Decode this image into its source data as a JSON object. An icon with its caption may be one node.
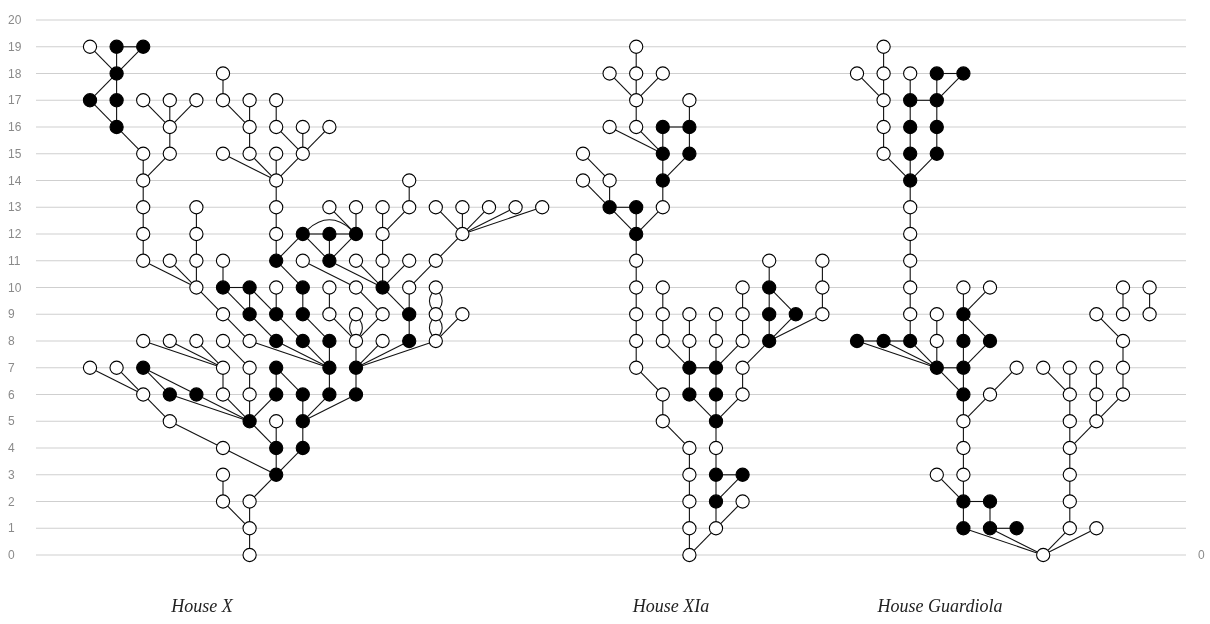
{
  "diagram": {
    "nodes": [
      {
        "text": [],
        "shape": "circle"
      },
      {
        "text": [],
        "shape": "circle"
      },
      {
        "text": [],
        "shape": "circle"
      },
      {
        "text": [],
        "shape": "circle"
      },
      {
        "text": [],
        "shape": "circle"
      },
      {
        "text": [],
        "shape": "circle"
      },
      {
        "text": [],
        "shape": "circle"
      },
      {
        "text": [],
        "shape": "circle"
      },
      {
        "text": [],
        "shape": "circle"
      },
      {
        "text": [],
        "shape": "circle"
      },
      {
        "text": [],
        "shape": "circle"
      },
      {
        "text": [],
        "shape": "circle"
      },
      {
        "text": [],
        "shape": "circle"
      },
      {
        "text": [],
        "shape": "circle"
      },
      {
        "text": [],
        "shape": "circle"
      },
      {
        "text": [],
        "shape": "circle"
      },
      {
        "text": [],
        "shape": "circle"
      },
      {
        "text": [],
        "shape": "circle"
      },
      {
        "text": [],
        "shape": "circle"
      },
      {
        "text": [],
        "shape": "circle"
      },
      {
        "text": [],
        "shape": "circle"
      },
      {
        "text": [],
        "shape": "circle"
      },
      {
        "text": [],
        "shape": "circle"
      },
      {
        "text": [],
        "shape": "circle"
      },
      {
        "text": [],
        "shape": "circle"
      },
      {
        "text": [],
        "shape": "circle"
      },
      {
        "text": [],
        "shape": "circle"
      },
      {
        "text": [],
        "shape": "circle"
      },
      {
        "text": [],
        "shape": "circle"
      },
      {
        "text": [],
        "shape": "circle"
      },
      {
        "text": [],
        "shape": "circle"
      },
      {
        "text": [],
        "shape": "circle"
      },
      {
        "text": [],
        "shape": "circle"
      },
      {
        "text": [],
        "shape": "circle"
      },
      {
        "text": [],
        "shape": "circle"
      },
      {
        "text": [],
        "shape": "circle"
      },
      {
        "text": [],
        "shape": "circle"
      },
      {
        "text": [],
        "shape": "circle"
      },
      {
        "text": [],
        "shape": "circle"
      },
      {
        "text": [],
        "shape": "circle"
      },
      {
        "text": [],
        "shape": "circle"
      },
      {
        "text": [],
        "shape": "circle"
      },
      {
        "text": [],
        "shape": "circle"
      },
      {
        "text": [],
        "shape": "circle"
      },
      {
        "text": [],
        "shape": "circle"
      },
      {
        "text": [],
        "shape": "circle"
      },
      {
        "text": [],
        "shape": "circle"
      },
      {
        "text": [],
        "shape": "circle"
      },
      {
        "text": [],
        "shape": "circle"
      },
      {
        "text": [],
        "shape": "circle"
      },
      {
        "text": [],
        "shape": "circle"
      },
      {
        "text": [],
        "shape": "circle"
      },
      {
        "text": [],
        "shape": "circle"
      },
      {
        "text": [],
        "shape": "circle"
      },
      {
        "text": [],
        "shape": "circle"
      },
      {
        "text": [],
        "shape": "circle"
      },
      {
        "text": [],
        "shape": "circle"
      },
      {
        "text": [],
        "shape": "circle"
      },
      {
        "text": [],
        "shape": "circle"
      },
      {
        "text": [],
        "shape": "circle"
      },
      {
        "text": [],
        "shape": "circle"
      },
      {
        "text": [],
        "shape": "circle"
      },
      {
        "text": [],
        "shape": "circle"
      },
      {
        "text": [],
        "shape": "circle"
      },
      {
        "text": [],
        "shape": "circle"
      },
      {
        "text": [],
        "shape": "circle"
      },
      {
        "text": [],
        "shape": "circle"
      },
      {
        "text": [],
        "shape": "circle"
      },
      {
        "text": [],
        "shape": "circle"
      },
      {
        "text": [],
        "shape": "circle"
      },
      {
        "text": [],
        "shape": "circle"
      },
      {
        "text": [],
        "shape": "circle"
      },
      {
        "text": [],
        "shape": "circle"
      },
      {
        "text": [],
        "shape": "circle"
      },
      {
        "text": [],
        "shape": "circle"
      },
      {
        "text": [],
        "shape": "circle"
      },
      {
        "text": [],
        "shape": "circle"
      },
      {
        "text": [],
        "shape": "circle"
      },
      {
        "text": [],
        "shape": "circle"
      },
      {
        "text": [],
        "shape": "circle"
      },
      {
        "text": [],
        "shape": "circle"
      },
      {
        "text": [],
        "shape": "circle"
      },
      {
        "text": [],
        "shape": "circle"
      },
      {
        "text": [],
        "shape": "circle"
      },
      {
        "text": [],
        "shape": "circle"
      },
      {
        "text": [],
        "shape": "circle"
      },
      {
        "text": [],
        "shape": "circle"
      },
      {
        "text": [],
        "shape": "circle"
      },
      {
        "text": [],
        "shape": "circle"
      },
      {
        "text": [],
        "shape": "circle"
      },
      {
        "text": [],
        "shape": "circle"
      },
      {
        "text": [],
        "shape": "circle"
      },
      {
        "text": [],
        "shape": "circle"
      },
      {
        "text": [],
        "shape": "circle"
      },
      {
        "text": [],
        "shape": "circle"
      },
      {
        "text": [],
        "shape": "circle"
      },
      {
        "text": [],
        "shape": "circle"
      },
      {
        "text": [],
        "shape": "circle"
      },
      {
        "text": [],
        "shape": "circle"
      },
      {
        "text": [],
        "shape": "circle"
      },
      {
        "text": [],
        "shape": "circle"
      },
      {
        "text": [],
        "shape": "circle"
      },
      {
        "text": [],
        "shape": "circle"
      },
      {
        "text": [],
        "shape": "circle"
      },
      {
        "text": [],
        "shape": "circle"
      },
      {
        "text": [],
        "shape": "circle"
      },
      {
        "text": [],
        "shape": "circle"
      },
      {
        "text": [],
        "shape": "circle"
      },
      {
        "text": [],
        "shape": "circle"
      },
      {
        "text": [],
        "shape": "circle"
      },
      {
        "text": [],
        "shape": "circle"
      },
      {
        "text": [],
        "shape": "circle"
      },
      {
        "text": [],
        "shape": "circle"
      },
      {
        "text": [],
        "shape": "circle"
      },
      {
        "text": [],
        "shape": "circle"
      },
      {
        "text": [],
        "shape": "circle"
      },
      {
        "text": [],
        "shape": "circle"
      },
      {
        "text": [],
        "shape": "circle"
      },
      {
        "text": [],
        "shape": "circle"
      },
      {
        "text": [],
        "shape": "circle"
      },
      {
        "text": [],
        "shape": "circle"
      },
      {
        "text": [],
        "shape": "circle"
      },
      {
        "text": [],
        "shape": "circle"
      },
      {
        "text": [],
        "shape": "circle"
      },
      {
        "text": [],
        "shape": "circle"
      },
      {
        "text": [],
        "shape": "circle"
      },
      {
        "text": [],
        "shape": "circle"
      },
      {
        "text": [],
        "shape": "circle"
      },
      {
        "text": [],
        "shape": "circle"
      },
      {
        "text": [],
        "shape": "circle"
      },
      {
        "text": [],
        "shape": "circle"
      },
      {
        "text": [],
        "shape": "circle"
      },
      {
        "text": [],
        "shape": "circle"
      },
      {
        "text": [],
        "shape": "circle"
      },
      {
        "text": [],
        "shape": "circle"
      },
      {
        "text": [],
        "shape": "circle"
      },
      {
        "text": [],
        "shape": "circle"
      },
      {
        "text": [],
        "shape": "circle"
      },
      {
        "text": [],
        "shape": "circle"
      },
      {
        "text": [],
        "shape": "circle"
      },
      {
        "text": [],
        "shape": "circle"
      },
      {
        "text": [],
        "shape": "circle"
      },
      {
        "text": [],
        "shape": "circle"
      },
      {
        "text": [],
        "shape": "circle"
      },
      {
        "text": [],
        "shape": "circle"
      },
      {
        "text": [],
        "shape": "circle"
      },
      {
        "text": [],
        "shape": "circle"
      },
      {
        "text": [],
        "shape": "circle"
      },
      {
        "text": [],
        "shape": "circle"
      },
      {
        "text": [],
        "shape": "circle"
      },
      {
        "text": [],
        "shape": "circle"
      },
      {
        "text": [],
        "shape": "circle"
      },
      {
        "text": [],
        "shape": "circle"
      },
      {
        "text": [],
        "shape": "circle"
      },
      {
        "text": [],
        "shape": "circle"
      },
      {
        "text": [],
        "shape": "circle"
      },
      {
        "text": [],
        "shape": "circle"
      },
      {
        "text": [],
        "shape": "circle"
      },
      {
        "text": [],
        "shape": "circle"
      },
      {
        "text": [],
        "shape": "circle"
      },
      {
        "text": [],
        "shape": "circle"
      },
      {
        "text": [],
        "shape": "circle"
      },
      {
        "text": [],
        "shape": "circle"
      },
      {
        "text": [],
        "shape": "circle"
      },
      {
        "text": [],
        "shape": "circle"
      },
      {
        "text": [],
        "shape": "circle"
      },
      {
        "text": [],
        "shape": "circle"
      },
      {
        "text": [],
        "shape": "circle"
      },
      {
        "text": [],
        "shape": "circle"
      },
      {
        "text": [],
        "shape": "circle"
      },
      {
        "text": [],
        "shape": "circle"
      },
      {
        "text": [],
        "shape": "circle"
      },
      {
        "text": [],
        "shape": "circle"
      },
      {
        "text": [],
        "shape": "circle"
      },
      {
        "text": [],
        "shape": "circle"
      },
      {
        "text": [],
        "shape": "circle"
      },
      {
        "text": [],
        "shape": "circle"
      },
      {
        "text": [],
        "shape": "circle"
      },
      {
        "text": [],
        "shape": "circle"
      },
      {
        "text": [],
        "shape": "circle"
      },
      {
        "text": [],
        "shape": "circle"
      },
      {
        "text": [],
        "shape": "circle"
      },
      {
        "text": [],
        "shape": "circle"
      },
      {
        "text": [],
        "shape": "circle"
      },
      {
        "text": [],
        "shape": "circle"
      },
      {
        "text": [],
        "shape": "circle"
      },
      {
        "text": [],
        "shape": "circle"
      },
      {
        "text": [],
        "shape": "circle"
      },
      {
        "text": [],
        "shape": "circle"
      },
      {
        "text": [],
        "shape": "circle"
      },
      {
        "text": [],
        "shape": "circle"
      },
      {
        "text": [],
        "shape": "circle"
      },
      {
        "text": [],
        "shape": "circle"
      },
      {
        "text": [],
        "shape": "circle"
      },
      {
        "text": [],
        "shape": "circle"
      },
      {
        "text": [],
        "shape": "circle"
      },
      {
        "text": [],
        "shape": "circle"
      },
      {
        "text": [],
        "shape": "circle"
      },
      {
        "text": [],
        "shape": "circle"
      },
      {
        "text": [],
        "shape": "circle"
      },
      {
        "text": [],
        "shape": "circle"
      },
      {
        "text": [],
        "shape": "circle"
      },
      {
        "text": [],
        "shape": "circle"
      },
      {
        "text": [],
        "shape": "circle"
      },
      {
        "text": [],
        "shape": "circle"
      },
      {
        "text": [],
        "shape": "circle"
      },
      {
        "text": [],
        "shape": "circle"
      },
      {
        "text": [],
        "shape": "circle"
      },
      {
        "text": [],
        "shape": "circle"
      },
      {
        "text": [],
        "shape": "circle"
      },
      {
        "text": [],
        "shape": "circle"
      },
      {
        "text": [],
        "shape": "circle"
      },
      {
        "text": [],
        "shape": "circle"
      },
      {
        "text": [],
        "shape": "circle"
      },
      {
        "text": [],
        "shape": "circle"
      },
      {
        "text": [],
        "shape": "circle"
      },
      {
        "text": [],
        "shape": "circle"
      },
      {
        "text": [],
        "shape": "circle"
      },
      {
        "text": [],
        "shape": "circle"
      },
      {
        "text": [],
        "shape": "circle"
      },
      {
        "text": [],
        "shape": "circle"
      },
      {
        "text": [],
        "shape": "circle"
      },
      {
        "text": [],
        "shape": "circle"
      },
      {
        "text": [],
        "shape": "circle"
      },
      {
        "text": [],
        "shape": "circle"
      },
      {
        "text": [],
        "shape": "circle"
      },
      {
        "text": [],
        "shape": "circle"
      },
      {
        "text": [],
        "shape": "circle"
      },
      {
        "text": [],
        "shape": "circle"
      },
      {
        "text": [],
        "shape": "circle"
      },
      {
        "text": [],
        "shape": "circle"
      },
      {
        "text": [],
        "shape": "circle"
      },
      {
        "text": [],
        "shape": "circle"
      },
      {
        "text": [],
        "shape": "circle"
      },
      {
        "text": [],
        "shape": "circle"
      },
      {
        "text": [],
        "shape": "circle"
      },
      {
        "text": [],
        "shape": "circle"
      },
      {
        "text": [],
        "shape": "circle"
      },
      {
        "text": [],
        "shape": "circle"
      },
      {
        "text": [],
        "shape": "circle"
      },
      {
        "text": [],
        "shape": "circle"
      },
      {
        "text": [],
        "shape": "circle"
      },
      {
        "text": [],
        "shape": "circle"
      },
      {
        "text": [],
        "shape": "circle"
      },
      {
        "text": [],
        "shape": "circle"
      },
      {
        "text": [],
        "shape": "circle"
      },
      {
        "text": [],
        "shape": "circle"
      },
      {
        "text": [],
        "shape": "circle"
      },
      {
        "text": [],
        "shape": "circle"
      },
      {
        "text": [],
        "shape": "circle"
      }
    ],
    "edges": [
      {
        "from": 0,
        "to": 3,
        "arrow": "none"
      },
      {
        "from": 1,
        "to": 2,
        "arrow": "none"
      },
      {
        "from": 1,
        "to": 3,
        "arrow": "none"
      },
      {
        "from": 2,
        "to": 3,
        "arrow": "none"
      },
      {
        "from": 3,
        "to": 5,
        "arrow": "none"
      },
      {
        "from": 3,
        "to": 6,
        "arrow": "none"
      },
      {
        "from": 5,
        "to": 13,
        "arrow": "none"
      },
      {
        "from": 6,
        "to": 13,
        "arrow": "none"
      },
      {
        "from": 13,
        "to": 19,
        "arrow": "none"
      },
      {
        "from": 7,
        "to": 14,
        "arrow": "none"
      },
      {
        "from": 8,
        "to": 14,
        "arrow": "none"
      },
      {
        "from": 9,
        "to": 14,
        "arrow": "none"
      },
      {
        "from": 14,
        "to": 20,
        "arrow": "none"
      },
      {
        "from": 20,
        "to": 25,
        "arrow": "none"
      },
      {
        "from": 19,
        "to": 25,
        "arrow": "none"
      },
      {
        "from": 25,
        "to": 28,
        "arrow": "none"
      },
      {
        "from": 28,
        "to": 40,
        "arrow": "none"
      },
      {
        "from": 40,
        "to": 48,
        "arrow": "none"
      },
      {
        "from": 29,
        "to": 41,
        "arrow": "none"
      },
      {
        "from": 41,
        "to": 50,
        "arrow": "none"
      },
      {
        "from": 4,
        "to": 10,
        "arrow": "none"
      },
      {
        "from": 10,
        "to": 15,
        "arrow": "none"
      },
      {
        "from": 11,
        "to": 15,
        "arrow": "none"
      },
      {
        "from": 12,
        "to": 16,
        "arrow": "none"
      },
      {
        "from": 16,
        "to": 24,
        "arrow": "none"
      },
      {
        "from": 17,
        "to": 24,
        "arrow": "none"
      },
      {
        "from": 18,
        "to": 24,
        "arrow": "none"
      },
      {
        "from": 15,
        "to": 22,
        "arrow": "none"
      },
      {
        "from": 21,
        "to": 26,
        "arrow": "none"
      },
      {
        "from": 22,
        "to": 26,
        "arrow": "none"
      },
      {
        "from": 23,
        "to": 26,
        "arrow": "none"
      },
      {
        "from": 24,
        "to": 26,
        "arrow": "none"
      },
      {
        "from": 26,
        "to": 30,
        "arrow": "none"
      },
      {
        "from": 30,
        "to": 42,
        "arrow": "none"
      },
      {
        "from": 42,
        "to": 52,
        "arrow": "none"
      },
      {
        "from": 52,
        "to": 43,
        "arrow": "none"
      },
      {
        "from": 43,
        "to": 44,
        "arrow": "none"
      },
      {
        "from": 44,
        "to": 45,
        "arrow": "none"
      },
      {
        "from": 43,
        "to": 45,
        "arrow": "none"
      },
      {
        "from": 27,
        "to": 34,
        "arrow": "none"
      },
      {
        "from": 31,
        "to": 45,
        "arrow": "none"
      },
      {
        "from": 32,
        "to": 45,
        "arrow": "none"
      },
      {
        "from": 33,
        "to": 46,
        "arrow": "none"
      },
      {
        "from": 34,
        "to": 46,
        "arrow": "none"
      },
      {
        "from": 35,
        "to": 47,
        "arrow": "none"
      },
      {
        "from": 36,
        "to": 47,
        "arrow": "none"
      },
      {
        "from": 37,
        "to": 47,
        "arrow": "none"
      },
      {
        "from": 38,
        "to": 47,
        "arrow": "none"
      },
      {
        "from": 39,
        "to": 47,
        "arrow": "none"
      },
      {
        "from": 43,
        "to": 54,
        "arrow": "none"
      },
      {
        "from": 44,
        "to": 54,
        "arrow": "none"
      },
      {
        "from": 45,
        "to": 54,
        "arrow": "none"
      },
      {
        "from": 46,
        "to": 56,
        "arrow": "none"
      },
      {
        "from": 47,
        "to": 58,
        "arrow": "none"
      },
      {
        "from": 52,
        "to": 63,
        "arrow": "none"
      },
      {
        "from": 53,
        "to": 65,
        "arrow": "none"
      },
      {
        "from": 54,
        "to": 66,
        "arrow": "none"
      },
      {
        "from": 55,
        "to": 66,
        "arrow": "none"
      },
      {
        "from": 56,
        "to": 66,
        "arrow": "none"
      },
      {
        "from": 57,
        "to": 66,
        "arrow": "none"
      },
      {
        "from": 58,
        "to": 67,
        "arrow": "none"
      },
      {
        "from": 48,
        "to": 59,
        "arrow": "none"
      },
      {
        "from": 49,
        "to": 59,
        "arrow": "none"
      },
      {
        "from": 50,
        "to": 59,
        "arrow": "none"
      },
      {
        "from": 51,
        "to": 60,
        "arrow": "none"
      },
      {
        "from": 59,
        "to": 69,
        "arrow": "none"
      },
      {
        "from": 60,
        "to": 61,
        "arrow": "none"
      },
      {
        "from": 60,
        "to": 70,
        "arrow": "none"
      },
      {
        "from": 61,
        "to": 70,
        "arrow": "none"
      },
      {
        "from": 61,
        "to": 71,
        "arrow": "none"
      },
      {
        "from": 62,
        "to": 71,
        "arrow": "none"
      },
      {
        "from": 63,
        "to": 72,
        "arrow": "none"
      },
      {
        "from": 64,
        "to": 73,
        "arrow": "none"
      },
      {
        "from": 65,
        "to": 75,
        "arrow": "none"
      },
      {
        "from": 66,
        "to": 76,
        "arrow": "none"
      },
      {
        "from": 67,
        "to": 76,
        "arrow": "none"
      },
      {
        "from": 69,
        "to": 83,
        "arrow": "none"
      },
      {
        "from": 70,
        "to": 84,
        "arrow": "none"
      },
      {
        "from": 71,
        "to": 85,
        "arrow": "none"
      },
      {
        "from": 72,
        "to": 86,
        "arrow": "none"
      },
      {
        "from": 73,
        "to": 87,
        "arrow": "none"
      },
      {
        "from": 74,
        "to": 87,
        "arrow": "none"
      },
      {
        "from": 74,
        "to": 87,
        "arrow": "none"
      },
      {
        "from": 75,
        "to": 87,
        "arrow": "none"
      },
      {
        "from": 76,
        "to": 89,
        "arrow": "none"
      },
      {
        "from": 68,
        "to": 77,
        "arrow": "none"
      },
      {
        "from": 68,
        "to": 77,
        "arrow": "none"
      },
      {
        "from": 77,
        "to": 90,
        "arrow": "none"
      },
      {
        "from": 77,
        "to": 90,
        "arrow": "none"
      },
      {
        "from": 78,
        "to": 90,
        "arrow": "none"
      },
      {
        "from": 79,
        "to": 94,
        "arrow": "none"
      },
      {
        "from": 80,
        "to": 94,
        "arrow": "none"
      },
      {
        "from": 81,
        "to": 94,
        "arrow": "none"
      },
      {
        "from": 82,
        "to": 95,
        "arrow": "none"
      },
      {
        "from": 83,
        "to": 97,
        "arrow": "none"
      },
      {
        "from": 84,
        "to": 97,
        "arrow": "none"
      },
      {
        "from": 85,
        "to": 97,
        "arrow": "none"
      },
      {
        "from": 86,
        "to": 97,
        "arrow": "none"
      },
      {
        "from": 87,
        "to": 98,
        "arrow": "none"
      },
      {
        "from": 88,
        "to": 98,
        "arrow": "none"
      },
      {
        "from": 89,
        "to": 98,
        "arrow": "none"
      },
      {
        "from": 90,
        "to": 98,
        "arrow": "none"
      },
      {
        "from": 91,
        "to": 99,
        "arrow": "none"
      },
      {
        "from": 92,
        "to": 99,
        "arrow": "none"
      },
      {
        "from": 93,
        "to": 100,
        "arrow": "none"
      },
      {
        "from": 93,
        "to": 101,
        "arrow": "none"
      },
      {
        "from": 94,
        "to": 102,
        "arrow": "none"
      },
      {
        "from": 95,
        "to": 103,
        "arrow": "none"
      },
      {
        "from": 96,
        "to": 104,
        "arrow": "none"
      },
      {
        "from": 96,
        "to": 105,
        "arrow": "none"
      },
      {
        "from": 97,
        "to": 106,
        "arrow": "none"
      },
      {
        "from": 98,
        "to": 107,
        "arrow": "none"
      },
      {
        "from": 99,
        "to": 108,
        "arrow": "none"
      },
      {
        "from": 100,
        "to": 109,
        "arrow": "none"
      },
      {
        "from": 101,
        "to": 109,
        "arrow": "none"
      },
      {
        "from": 102,
        "to": 109,
        "arrow": "none"
      },
      {
        "from": 103,
        "to": 109,
        "arrow": "none"
      },
      {
        "from": 104,
        "to": 109,
        "arrow": "none"
      },
      {
        "from": 105,
        "to": 111,
        "arrow": "none"
      },
      {
        "from": 106,
        "to": 111,
        "arrow": "none"
      },
      {
        "from": 107,
        "to": 111,
        "arrow": "none"
      },
      {
        "from": 108,
        "to": 112,
        "arrow": "none"
      },
      {
        "from": 109,
        "to": 113,
        "arrow": "none"
      },
      {
        "from": 110,
        "to": 113,
        "arrow": "none"
      },
      {
        "from": 111,
        "to": 114,
        "arrow": "none"
      },
      {
        "from": 112,
        "to": 116,
        "arrow": "none"
      },
      {
        "from": 113,
        "to": 116,
        "arrow": "none"
      },
      {
        "from": 114,
        "to": 116,
        "arrow": "none"
      },
      {
        "from": 116,
        "to": 118,
        "arrow": "none"
      },
      {
        "from": 115,
        "to": 117,
        "arrow": "none"
      },
      {
        "from": 117,
        "to": 119,
        "arrow": "none"
      },
      {
        "from": 118,
        "to": 119,
        "arrow": "none"
      },
      {
        "from": 119,
        "to": 120,
        "arrow": "none"
      },
      {
        "from": 121,
        "to": 123,
        "arrow": "none"
      },
      {
        "from": 122,
        "to": 125,
        "arrow": "none"
      },
      {
        "from": 123,
        "to": 125,
        "arrow": "none"
      },
      {
        "from": 124,
        "to": 125,
        "arrow": "none"
      },
      {
        "from": 125,
        "to": 128,
        "arrow": "none"
      },
      {
        "from": 126,
        "to": 130,
        "arrow": "none"
      },
      {
        "from": 129,
        "to": 130,
        "arrow": "none"
      },
      {
        "from": 127,
        "to": 132,
        "arrow": "none"
      },
      {
        "from": 128,
        "to": 132,
        "arrow": "none"
      },
      {
        "from": 129,
        "to": 132,
        "arrow": "none"
      },
      {
        "from": 130,
        "to": 133,
        "arrow": "none"
      },
      {
        "from": 132,
        "to": 136,
        "arrow": "none"
      },
      {
        "from": 133,
        "to": 136,
        "arrow": "none"
      },
      {
        "from": 136,
        "to": 139,
        "arrow": "none"
      },
      {
        "from": 131,
        "to": 135,
        "arrow": "none"
      },
      {
        "from": 134,
        "to": 137,
        "arrow": "none"
      },
      {
        "from": 135,
        "to": 137,
        "arrow": "none"
      },
      {
        "from": 137,
        "to": 138,
        "arrow": "none"
      },
      {
        "from": 137,
        "to": 140,
        "arrow": "none"
      },
      {
        "from": 138,
        "to": 140,
        "arrow": "none"
      },
      {
        "from": 139,
        "to": 140,
        "arrow": "none"
      },
      {
        "from": 140,
        "to": 141,
        "arrow": "none"
      },
      {
        "from": 141,
        "to": 144,
        "arrow": "none"
      },
      {
        "from": 144,
        "to": 149,
        "arrow": "none"
      },
      {
        "from": 149,
        "to": 157,
        "arrow": "none"
      },
      {
        "from": 157,
        "to": 163,
        "arrow": "none"
      },
      {
        "from": 145,
        "to": 150,
        "arrow": "none"
      },
      {
        "from": 150,
        "to": 158,
        "arrow": "none"
      },
      {
        "from": 158,
        "to": 164,
        "arrow": "none"
      },
      {
        "from": 151,
        "to": 159,
        "arrow": "none"
      },
      {
        "from": 159,
        "to": 164,
        "arrow": "none"
      },
      {
        "from": 152,
        "to": 160,
        "arrow": "none"
      },
      {
        "from": 160,
        "to": 165,
        "arrow": "none"
      },
      {
        "from": 146,
        "to": 153,
        "arrow": "none"
      },
      {
        "from": 153,
        "to": 161,
        "arrow": "none"
      },
      {
        "from": 161,
        "to": 165,
        "arrow": "none"
      },
      {
        "from": 164,
        "to": 165,
        "arrow": "none"
      },
      {
        "from": 142,
        "to": 147,
        "arrow": "none"
      },
      {
        "from": 147,
        "to": 154,
        "arrow": "none"
      },
      {
        "from": 147,
        "to": 155,
        "arrow": "none"
      },
      {
        "from": 154,
        "to": 162,
        "arrow": "none"
      },
      {
        "from": 155,
        "to": 162,
        "arrow": "none"
      },
      {
        "from": 143,
        "to": 148,
        "arrow": "none"
      },
      {
        "from": 148,
        "to": 156,
        "arrow": "none"
      },
      {
        "from": 156,
        "to": 162,
        "arrow": "none"
      },
      {
        "from": 162,
        "to": 166,
        "arrow": "none"
      },
      {
        "from": 166,
        "to": 170,
        "arrow": "none"
      },
      {
        "from": 164,
        "to": 168,
        "arrow": "none"
      },
      {
        "from": 165,
        "to": 169,
        "arrow": "none"
      },
      {
        "from": 163,
        "to": 167,
        "arrow": "none"
      },
      {
        "from": 167,
        "to": 171,
        "arrow": "none"
      },
      {
        "from": 168,
        "to": 172,
        "arrow": "none"
      },
      {
        "from": 169,
        "to": 172,
        "arrow": "none"
      },
      {
        "from": 170,
        "to": 172,
        "arrow": "none"
      },
      {
        "from": 171,
        "to": 173,
        "arrow": "none"
      },
      {
        "from": 172,
        "to": 174,
        "arrow": "none"
      },
      {
        "from": 173,
        "to": 175,
        "arrow": "none"
      },
      {
        "from": 175,
        "to": 178,
        "arrow": "none"
      },
      {
        "from": 178,
        "to": 181,
        "arrow": "none"
      },
      {
        "from": 181,
        "to": 183,
        "arrow": "none"
      },
      {
        "from": 174,
        "to": 176,
        "arrow": "none"
      },
      {
        "from": 176,
        "to": 177,
        "arrow": "none"
      },
      {
        "from": 177,
        "to": 179,
        "arrow": "none"
      },
      {
        "from": 176,
        "to": 179,
        "arrow": "none"
      },
      {
        "from": 179,
        "to": 182,
        "arrow": "none"
      },
      {
        "from": 180,
        "to": 182,
        "arrow": "none"
      },
      {
        "from": 182,
        "to": 183,
        "arrow": "none"
      },
      {
        "from": 184,
        "to": 186,
        "arrow": "none"
      },
      {
        "from": 185,
        "to": 190,
        "arrow": "none"
      },
      {
        "from": 186,
        "to": 190,
        "arrow": "none"
      },
      {
        "from": 190,
        "to": 193,
        "arrow": "none"
      },
      {
        "from": 193,
        "to": 196,
        "arrow": "none"
      },
      {
        "from": 196,
        "to": 199,
        "arrow": "none"
      },
      {
        "from": 187,
        "to": 191,
        "arrow": "none"
      },
      {
        "from": 188,
        "to": 189,
        "arrow": "none"
      },
      {
        "from": 188,
        "to": 192,
        "arrow": "none"
      },
      {
        "from": 189,
        "to": 192,
        "arrow": "none"
      },
      {
        "from": 191,
        "to": 192,
        "arrow": "none"
      },
      {
        "from": 191,
        "to": 194,
        "arrow": "none"
      },
      {
        "from": 194,
        "to": 197,
        "arrow": "none"
      },
      {
        "from": 197,
        "to": 199,
        "arrow": "none"
      },
      {
        "from": 192,
        "to": 195,
        "arrow": "none"
      },
      {
        "from": 195,
        "to": 198,
        "arrow": "none"
      },
      {
        "from": 198,
        "to": 199,
        "arrow": "none"
      },
      {
        "from": 199,
        "to": 200,
        "arrow": "none"
      },
      {
        "from": 200,
        "to": 201,
        "arrow": "none"
      },
      {
        "from": 201,
        "to": 202,
        "arrow": "none"
      },
      {
        "from": 202,
        "to": 203,
        "arrow": "none"
      },
      {
        "from": 203,
        "to": 208,
        "arrow": "none"
      },
      {
        "from": 208,
        "to": 216,
        "arrow": "none"
      },
      {
        "from": 214,
        "to": 215,
        "arrow": "none"
      },
      {
        "from": 215,
        "to": 216,
        "arrow": "none"
      },
      {
        "from": 214,
        "to": 221,
        "arrow": "none"
      },
      {
        "from": 215,
        "to": 221,
        "arrow": "none"
      },
      {
        "from": 216,
        "to": 221,
        "arrow": "none"
      },
      {
        "from": 209,
        "to": 217,
        "arrow": "none"
      },
      {
        "from": 217,
        "to": 221,
        "arrow": "none"
      },
      {
        "from": 221,
        "to": 222,
        "arrow": "none"
      },
      {
        "from": 204,
        "to": 210,
        "arrow": "none"
      },
      {
        "from": 205,
        "to": 210,
        "arrow": "none"
      },
      {
        "from": 210,
        "to": 218,
        "arrow": "none"
      },
      {
        "from": 210,
        "to": 219,
        "arrow": "none"
      },
      {
        "from": 218,
        "to": 222,
        "arrow": "none"
      },
      {
        "from": 219,
        "to": 222,
        "arrow": "none"
      },
      {
        "from": 221,
        "to": 228,
        "arrow": "none"
      },
      {
        "from": 222,
        "to": 228,
        "arrow": "none"
      },
      {
        "from": 228,
        "to": 233,
        "arrow": "none"
      },
      {
        "from": 223,
        "to": 229,
        "arrow": "none"
      },
      {
        "from": 229,
        "to": 233,
        "arrow": "none"
      },
      {
        "from": 233,
        "to": 236,
        "arrow": "none"
      },
      {
        "from": 236,
        "to": 239,
        "arrow": "none"
      },
      {
        "from": 239,
        "to": 241,
        "arrow": "none"
      },
      {
        "from": 238,
        "to": 241,
        "arrow": "none"
      },
      {
        "from": 241,
        "to": 242,
        "arrow": "none"
      },
      {
        "from": 241,
        "to": 244,
        "arrow": "none"
      },
      {
        "from": 242,
        "to": 245,
        "arrow": "none"
      },
      {
        "from": 245,
        "to": 246,
        "arrow": "none"
      },
      {
        "from": 244,
        "to": 249,
        "arrow": "none"
      },
      {
        "from": 245,
        "to": 249,
        "arrow": "none"
      },
      {
        "from": 249,
        "to": 247,
        "arrow": "none"
      },
      {
        "from": 249,
        "to": 248,
        "arrow": "none"
      },
      {
        "from": 247,
        "to": 243,
        "arrow": "none"
      },
      {
        "from": 243,
        "to": 240,
        "arrow": "none"
      },
      {
        "from": 240,
        "to": 237,
        "arrow": "none"
      },
      {
        "from": 237,
        "to": 234,
        "arrow": "none"
      },
      {
        "from": 237,
        "to": 235,
        "arrow": "none"
      },
      {
        "from": 234,
        "to": 230,
        "arrow": "none"
      },
      {
        "from": 230,
        "to": 225,
        "arrow": "none"
      },
      {
        "from": 224,
        "to": 230,
        "arrow": "none"
      },
      {
        "from": 235,
        "to": 231,
        "arrow": "none"
      },
      {
        "from": 231,
        "to": 226,
        "arrow": "none"
      },
      {
        "from": 235,
        "to": 232,
        "arrow": "none"
      },
      {
        "from": 232,
        "to": 227,
        "arrow": "none"
      },
      {
        "from": 227,
        "to": 220,
        "arrow": "none"
      },
      {
        "from": 220,
        "to": 211,
        "arrow": "none"
      },
      {
        "from": 206,
        "to": 212,
        "arrow": "none"
      },
      {
        "from": 207,
        "to": 213,
        "arrow": "none"
      }
    ],
    "labels": [
      "20",
      "19",
      "18",
      "17",
      "16",
      "15",
      "14",
      "13",
      "12",
      "11",
      "10",
      "9",
      "8",
      "7",
      "6",
      "5",
      "4",
      "3",
      "2",
      "1",
      "0",
      "0",
      "House X",
      "House XIa",
      "House Guardiola"
    ]
  }
}
